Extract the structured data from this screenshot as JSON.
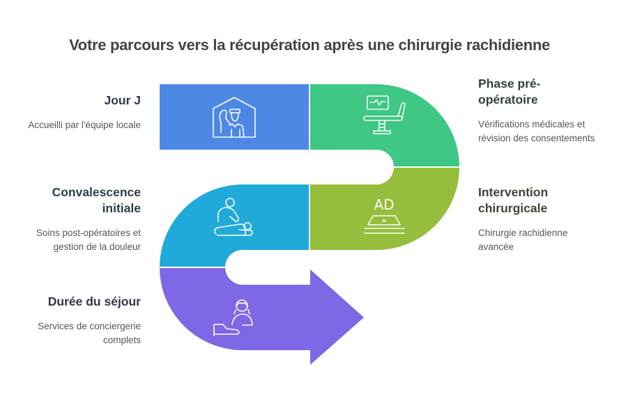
{
  "title": "Votre parcours vers la récupération après une chirurgie rachidienne",
  "steps": [
    {
      "id": "jour-j",
      "heading": "Jour J",
      "description": "Accueilli par l'équipe locale",
      "color": "#4E88E5",
      "heading_color": "#2f3a4a",
      "icon": "concierge-house-icon"
    },
    {
      "id": "phase-pre-operatoire",
      "heading": "Phase pré-opératoire",
      "description": "Vérifications médicales et révision des consentements",
      "color": "#3EC785",
      "heading_color": "#2e4436",
      "icon": "medical-chair-monitor-icon"
    },
    {
      "id": "intervention-chirurgicale",
      "heading": "Intervention chirurgicale",
      "description": "Chirurgie rachidienne avancée",
      "color": "#95BE3C",
      "heading_color": "#3f4535",
      "icon": "surgical-table-icon",
      "icon_text": "AD"
    },
    {
      "id": "convalescence-initiale",
      "heading": "Convalescence initiale",
      "description": "Soins post-opératoires et gestion de la douleur",
      "color": "#20AAD9",
      "heading_color": "#2b3f48",
      "icon": "physiotherapy-icon"
    },
    {
      "id": "duree-du-sejour",
      "heading": "Durée du séjour",
      "description": "Services de conciergerie complets",
      "color": "#7F67E6",
      "heading_color": "#35344a",
      "icon": "concierge-service-icon"
    }
  ]
}
